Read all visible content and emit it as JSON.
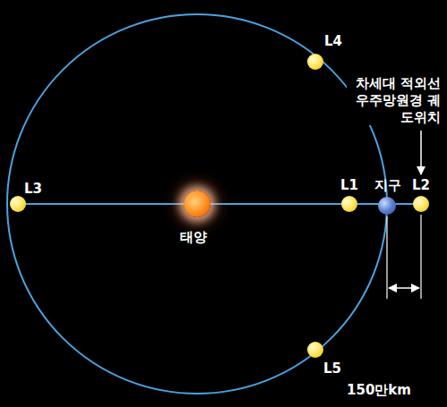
{
  "diagram": {
    "nodes": [
      {
        "text": [
          "L4"
        ]
      },
      {
        "text": [
          "L3"
        ]
      },
      {
        "text": [
          "태양"
        ]
      },
      {
        "text": [
          "L1"
        ]
      },
      {
        "text": [
          "지구"
        ]
      },
      {
        "text": [
          "L2"
        ]
      },
      {
        "text": [
          "L5"
        ]
      }
    ],
    "labels": [
      "차세대 적외선 우주망원경 궤도위치",
      "150만km"
    ]
  }
}
